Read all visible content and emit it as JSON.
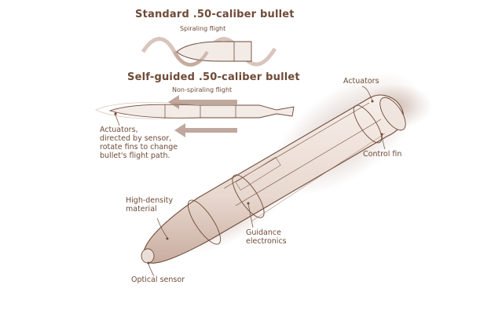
{
  "diagram": {
    "standard": {
      "title": "Standard .50-caliber bullet",
      "subtitle": "Spiraling flight"
    },
    "guided": {
      "title": "Self-guided .50-caliber bullet",
      "subtitle": "Non-spiraling flight"
    },
    "callouts": {
      "actuators_note": [
        "Actuators,",
        "directed by sensor,",
        "rotate fins to change",
        "bullet's flight path."
      ],
      "actuators": "Actuators",
      "control_fin": "Control fin",
      "high_density": [
        "High-density",
        "material"
      ],
      "guidance": [
        "Guidance",
        "electronics"
      ],
      "optical_sensor": "Optical sensor"
    },
    "colors": {
      "ink": "#6e4a37",
      "shadow": "#b8998a",
      "fill": "#e8d8cf",
      "pale": "#eadfd8"
    }
  }
}
